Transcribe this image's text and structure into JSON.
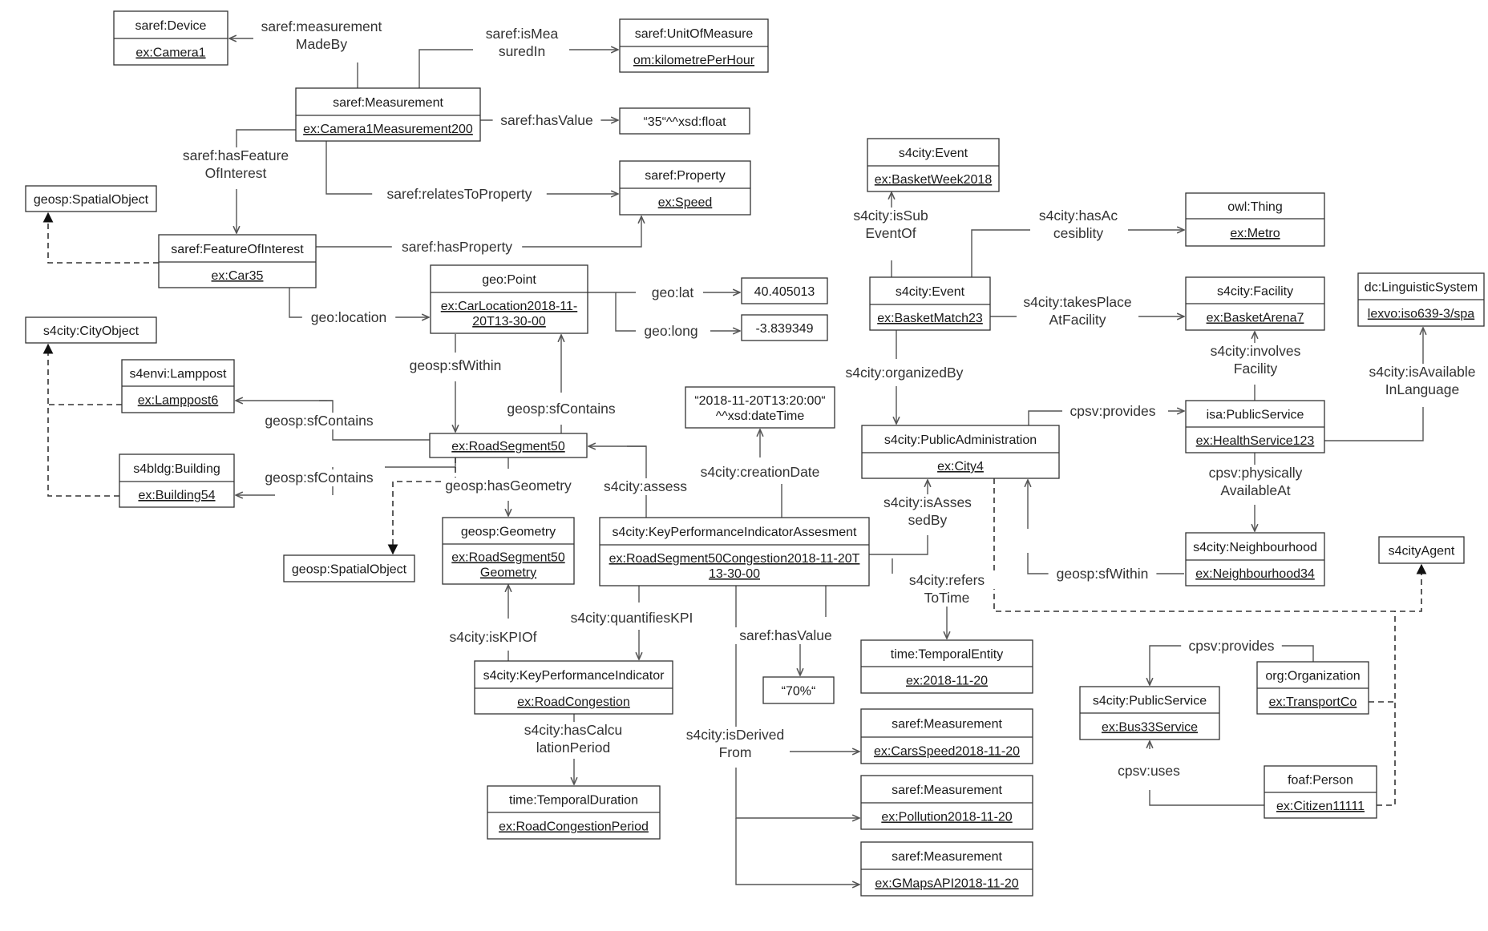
{
  "colors": {
    "saref": "#fce98c",
    "s4city": "#f8c48d",
    "s4envi": "#d6ead3",
    "s4bldg": "#9cbbd7",
    "plain": "#ffffff",
    "line": "#555555"
  },
  "nodes": {
    "device": {
      "type": "saref:Device",
      "name": "ex:Camera1",
      "style": "saref"
    },
    "unit": {
      "type": "saref:UnitOfMeasure",
      "name": "om:kilometrePerHour",
      "style": "saref"
    },
    "measurement": {
      "type": "saref:Measurement",
      "name": "ex:Camera1Measurement200",
      "style": "saref"
    },
    "float35": {
      "value": "“35“^^xsd:float"
    },
    "property": {
      "type": "saref:Property",
      "name": "ex:Speed",
      "style": "saref"
    },
    "spatialObj1": {
      "value": "geosp:SpatialObject"
    },
    "foi": {
      "type": "saref:FeatureOfInterest",
      "name": "ex:Car35",
      "style": "saref"
    },
    "point": {
      "type": "geo:Point",
      "name": [
        "ex:CarLocation2018-11-",
        "20T13-30-00"
      ],
      "style": "plain"
    },
    "lat": {
      "value": "40.405013"
    },
    "long": {
      "value": "-3.839349"
    },
    "cityObject": {
      "value": "s4city:CityObject",
      "style": "s4city"
    },
    "lamppost": {
      "type": "s4envi:Lamppost",
      "name": "ex:Lamppost6",
      "style": "s4envi"
    },
    "building": {
      "type": "s4bldg:Building",
      "name": "ex:Building54",
      "style": "s4bldg"
    },
    "road": {
      "value": "ex:RoadSegment50"
    },
    "spatialObj2": {
      "value": "geosp:SpatialObject"
    },
    "geometry": {
      "type": "geosp:Geometry",
      "name": [
        "ex:RoadSegment50",
        "Geometry"
      ],
      "style": "plain"
    },
    "datetime": {
      "value": [
        "“2018-11-20T13:20:00“",
        "^^xsd:dateTime"
      ]
    },
    "kpiAssess": {
      "type": "s4city:KeyPerformanceIndicatorAssesment",
      "name": [
        "ex:RoadSegment50Congestion2018-11-20T",
        "13-30-00"
      ],
      "style": "s4city"
    },
    "kpi": {
      "type": "s4city:KeyPerformanceIndicator",
      "name": "ex:RoadCongestion",
      "style": "s4city"
    },
    "tempDuration": {
      "type": "time:TemporalDuration",
      "name": "ex:RoadCongestionPeriod",
      "style": "plain"
    },
    "pct70": {
      "value": "“70%“"
    },
    "tempEntity": {
      "type": "time:TemporalEntity",
      "name": "ex:2018-11-20",
      "style": "plain"
    },
    "carsSpeed": {
      "type": "saref:Measurement",
      "name": "ex:CarsSpeed2018-11-20",
      "style": "saref"
    },
    "pollution": {
      "type": "saref:Measurement",
      "name": "ex:Pollution2018-11-20",
      "style": "saref"
    },
    "gmaps": {
      "type": "saref:Measurement",
      "name": "ex:GMapsAPI2018-11-20",
      "style": "saref"
    },
    "event1": {
      "type": "s4city:Event",
      "name": "ex:BasketWeek2018",
      "style": "s4city"
    },
    "event2": {
      "type": "s4city:Event",
      "name": "ex:BasketMatch23",
      "style": "s4city"
    },
    "thing": {
      "type": "owl:Thing",
      "name": "ex:Metro",
      "style": "plain"
    },
    "facility": {
      "type": "s4city:Facility",
      "name": "ex:BasketArena7",
      "style": "s4city"
    },
    "lang": {
      "type": "dc:LinguisticSystem",
      "name": "lexvo:iso639-3/spa",
      "style": "plain"
    },
    "publicAdmin": {
      "type": "s4city:PublicAdministration",
      "name": "ex:City4",
      "style": "s4city"
    },
    "publicService": {
      "type": "isa:PublicService",
      "name": "ex:HealthService123",
      "style": "plain"
    },
    "neighbourhood": {
      "type": "s4city:Neighbourhood",
      "name": "ex:Neighbourhood34",
      "style": "s4city"
    },
    "agent": {
      "value": "s4cityAgent",
      "style": "s4city"
    },
    "busService": {
      "type": "s4city:PublicService",
      "name": "ex:Bus33Service",
      "style": "s4city"
    },
    "org": {
      "type": "org:Organization",
      "name": "ex:TransportCo",
      "style": "plain"
    },
    "person": {
      "type": "foaf:Person",
      "name": "ex:Citizen11111",
      "style": "plain"
    }
  },
  "edges": {
    "measurementMadeBy": [
      "saref:measurement",
      "MadeBy"
    ],
    "isMeasuredIn": [
      "saref:isMea",
      "suredIn"
    ],
    "hasValue1": [
      "saref:hasValue"
    ],
    "hasFoi": [
      "saref:hasFeature",
      "OfInterest"
    ],
    "relatesToProperty": [
      "saref:relatesToProperty"
    ],
    "hasProperty": [
      "saref:hasProperty"
    ],
    "geoLocation": [
      "geo:location"
    ],
    "geoLat": [
      "geo:lat"
    ],
    "geoLong": [
      "geo:long"
    ],
    "sfWithin1": [
      "geosp:sfWithin"
    ],
    "sfContains1": [
      "geosp:sfContains"
    ],
    "sfContainsLamp": [
      "geosp:sfContains"
    ],
    "sfContainsBuilding": [
      "geosp:sfContains"
    ],
    "hasGeometry": [
      "geosp:hasGeometry"
    ],
    "assess": [
      "s4city:assess"
    ],
    "creationDate": [
      "s4city:creationDate"
    ],
    "isKpiOf": [
      "s4city:isKPIOf"
    ],
    "quantifiesKpi": [
      "s4city:quantifiesKPI"
    ],
    "hasCalcPeriod": [
      "s4city:hasCalcu",
      "lationPeriod"
    ],
    "hasValue2": [
      "saref:hasValue"
    ],
    "refersToTime": [
      "s4city:refers",
      "ToTime"
    ],
    "isDerivedFrom": [
      "s4city:isDerived",
      "From"
    ],
    "isAssessedBy": [
      "s4city:isAsses",
      "sedBy"
    ],
    "isSubEventOf": [
      "s4city:isSub",
      "EventOf"
    ],
    "hasAccessibility": [
      "s4city:hasAc",
      "cesiblity"
    ],
    "takesPlaceAt": [
      "s4city:takesPlace",
      "AtFacility"
    ],
    "organizedBy": [
      "s4city:organizedBy"
    ],
    "provides1": [
      "cpsv:provides"
    ],
    "involvesFacility": [
      "s4city:involves",
      "Facility"
    ],
    "isAvailableIn": [
      "s4city:isAvailable",
      "InLanguage"
    ],
    "physicallyAvailable": [
      "cpsv:physically",
      "AvailableAt"
    ],
    "sfWithin2": [
      "geosp:sfWithin"
    ],
    "provides2": [
      "cpsv:provides"
    ],
    "uses": [
      "cpsv:uses"
    ]
  }
}
